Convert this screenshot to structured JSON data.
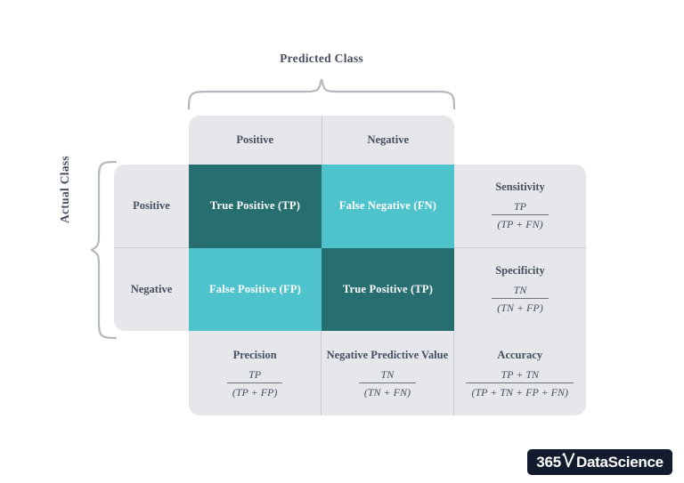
{
  "title_top": "Predicted Class",
  "title_left": "Actual Class",
  "column_headers": [
    "Positive",
    "Negative"
  ],
  "row_headers": [
    "Positive",
    "Negative"
  ],
  "matrix_cells": [
    {
      "key": "tp",
      "label": "True Positive (TP)",
      "color": "#276e70"
    },
    {
      "key": "fn",
      "label": "False Negative (FN)",
      "color": "#4fc3cc"
    },
    {
      "key": "fp",
      "label": "False Positive (FP)",
      "color": "#4fc3cc"
    },
    {
      "key": "tn",
      "label": "True Positive (TP)",
      "color": "#276e70"
    }
  ],
  "right_metrics": [
    {
      "name": "Sensitivity",
      "numerator": "TP",
      "denominator": "(TP + FN)"
    },
    {
      "name": "Specificity",
      "numerator": "TN",
      "denominator": "(TN + FP)"
    }
  ],
  "bottom_metrics": [
    {
      "name": "Precision",
      "numerator": "TP",
      "denominator": "(TP + FP)"
    },
    {
      "name": "Negative Predictive Value",
      "numerator": "TN",
      "denominator": "(TN + FN)"
    },
    {
      "name": "Accuracy",
      "numerator": "TP + TN",
      "denominator": "(TP + TN + FP + FN)"
    }
  ],
  "logo": {
    "prefix": "365",
    "symbol": "radical-check-icon",
    "text": "DataScience",
    "background": "#121c2e"
  },
  "colors": {
    "dark_teal": "#276e70",
    "light_teal": "#4fc3cc",
    "panel_gray": "#e5e7ea",
    "text_slate": "#454f60",
    "divider": "#c9ccd2",
    "brace": "#b3b7be",
    "page_background": "#ffffff"
  }
}
